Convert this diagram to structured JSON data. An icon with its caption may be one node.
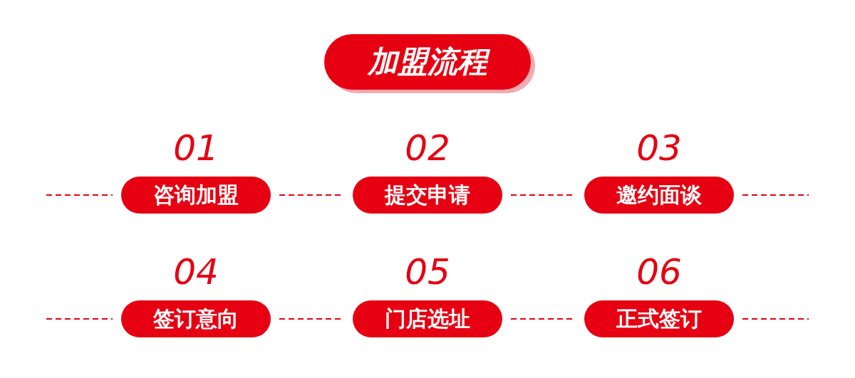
{
  "diagram": {
    "nodes": [
      {
        "text": [
          "加盟流程"
        ]
      },
      {
        "text": [
          "咨询加盟"
        ],
        "beside": [
          "01"
        ]
      },
      {
        "text": [
          "提交申请"
        ],
        "beside": [
          "02"
        ]
      },
      {
        "text": [
          "邀约面谈"
        ],
        "beside": [
          "03"
        ]
      },
      {
        "text": [
          "签订意向"
        ],
        "beside": [
          "04"
        ]
      },
      {
        "text": [
          "门店选址"
        ],
        "beside": [
          "05"
        ]
      },
      {
        "text": [
          "正式签订"
        ],
        "beside": [
          "06"
        ]
      }
    ],
    "edges": [
      {
        "from": null,
        "to": 1,
        "arrow": "none",
        "style": "dashed"
      },
      {
        "from": 1,
        "to": 2,
        "arrow": "none",
        "style": "dashed"
      },
      {
        "from": 2,
        "to": 3,
        "arrow": "none",
        "style": "dashed"
      },
      {
        "from": 3,
        "to": null,
        "arrow": "none",
        "style": "dashed"
      },
      {
        "from": null,
        "to": 4,
        "arrow": "none",
        "style": "dashed"
      },
      {
        "from": 4,
        "to": 5,
        "arrow": "none",
        "style": "dashed"
      },
      {
        "from": 5,
        "to": 6,
        "arrow": "none",
        "style": "dashed"
      },
      {
        "from": 6,
        "to": null,
        "arrow": "none",
        "style": "dashed"
      }
    ]
  }
}
